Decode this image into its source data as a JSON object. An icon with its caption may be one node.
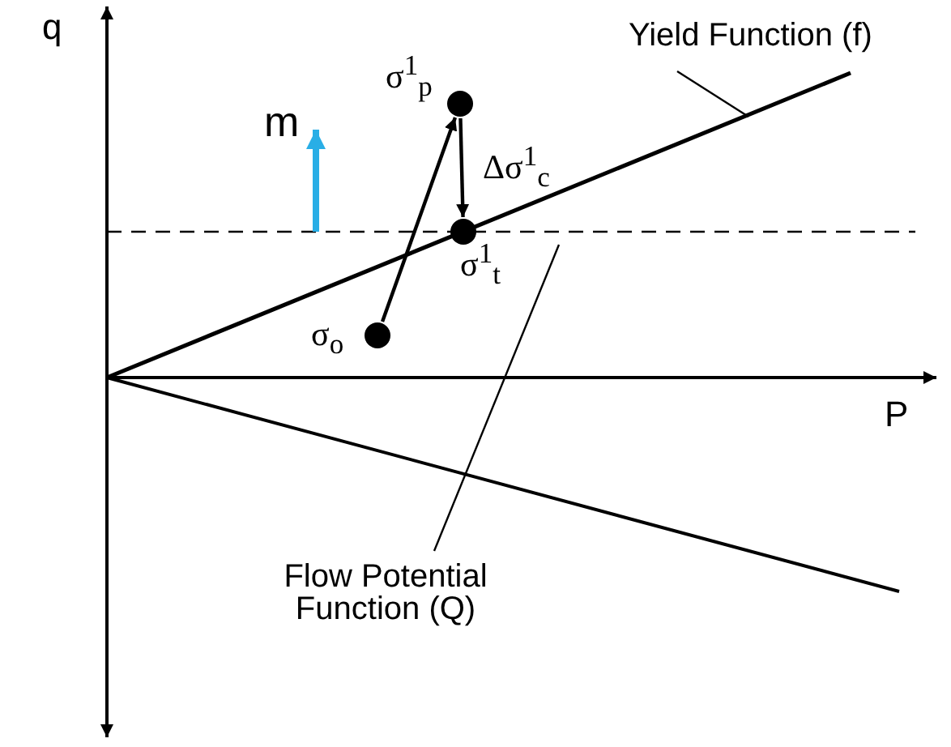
{
  "diagram": {
    "nodes": [
      {
        "text": [],
        "shape": "circle",
        "beside": [
          "σ$_{o}$"
        ]
      },
      {
        "text": [],
        "shape": "circle",
        "beside": [
          "σ$^{1}$$_{p}$"
        ]
      },
      {
        "text": [],
        "shape": "circle",
        "beside": [
          "σ$^{1}$$_{t}$"
        ]
      },
      {
        "text": [
          "Yield Function (f)"
        ]
      },
      {
        "text": [
          "Flow Potential Function (Q)"
        ]
      }
    ],
    "edges": [
      {
        "from": 0,
        "to": 1,
        "arrow": "to"
      },
      {
        "from": 1,
        "to": 2,
        "arrow": "to",
        "label": "Δσ$^{1}$$_{c}$"
      },
      {
        "from": 3,
        "to": null,
        "arrow": "none"
      },
      {
        "from": 4,
        "to": null,
        "arrow": "none"
      }
    ],
    "labels": [
      "q",
      "m",
      "P"
    ]
  }
}
